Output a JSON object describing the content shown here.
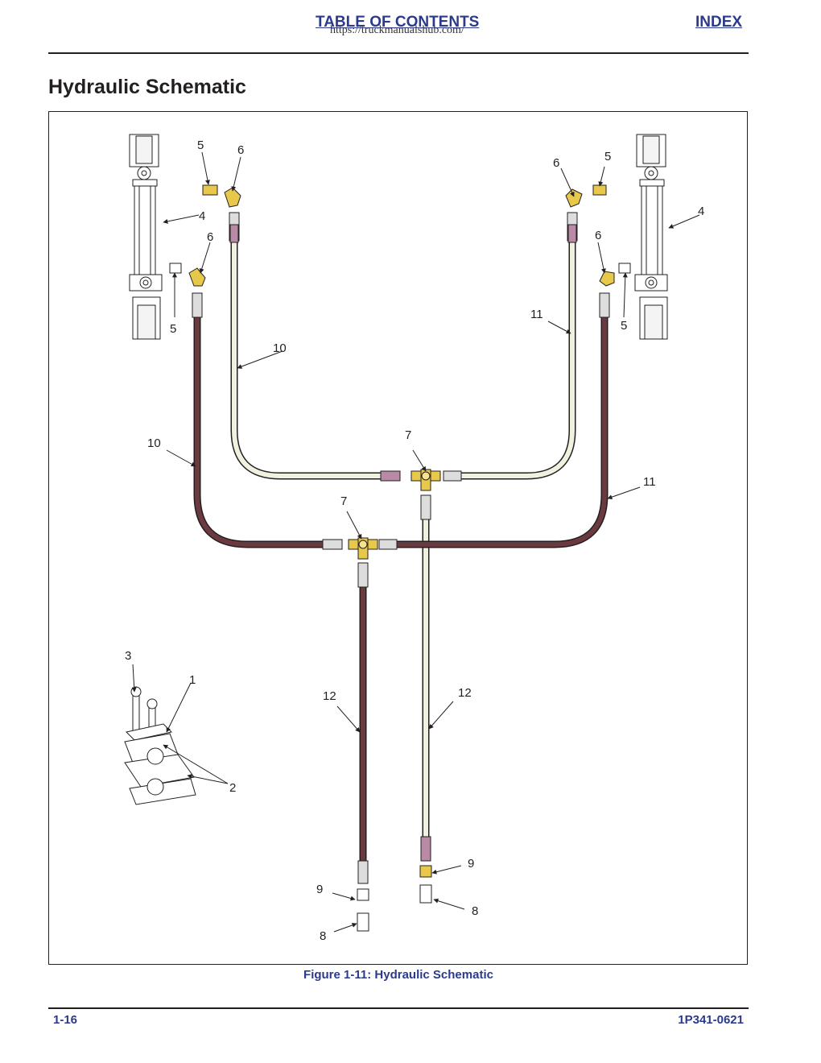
{
  "header": {
    "toc_label": "TABLE OF CONTENTS",
    "index_label": "INDEX",
    "watermark": "https://truckmanualshub.com/"
  },
  "page_title": "Hydraulic Schematic",
  "figure": {
    "caption": "Figure 1-11:  Hydraulic Schematic",
    "callouts": {
      "c1": "1",
      "c2": "2",
      "c3": "3",
      "c4a": "4",
      "c4b": "4",
      "c5a": "5",
      "c5b": "5",
      "c5c": "5",
      "c5d": "5",
      "c6a": "6",
      "c6b": "6",
      "c6c": "6",
      "c6d": "6",
      "c7a": "7",
      "c7b": "7",
      "c8a": "8",
      "c8b": "8",
      "c9a": "9",
      "c9b": "9",
      "c10a": "10",
      "c10b": "10",
      "c11a": "11",
      "c11b": "11",
      "c12a": "12",
      "c12b": "12"
    },
    "colors": {
      "dark_hose": "#6b3a40",
      "light_hose": "#f1f1df",
      "fitting_yellow": "#e8c84a",
      "sleeve": "#b88aa6"
    }
  },
  "footer": {
    "page_number": "1-16",
    "doc_number": "1P341-0621"
  }
}
